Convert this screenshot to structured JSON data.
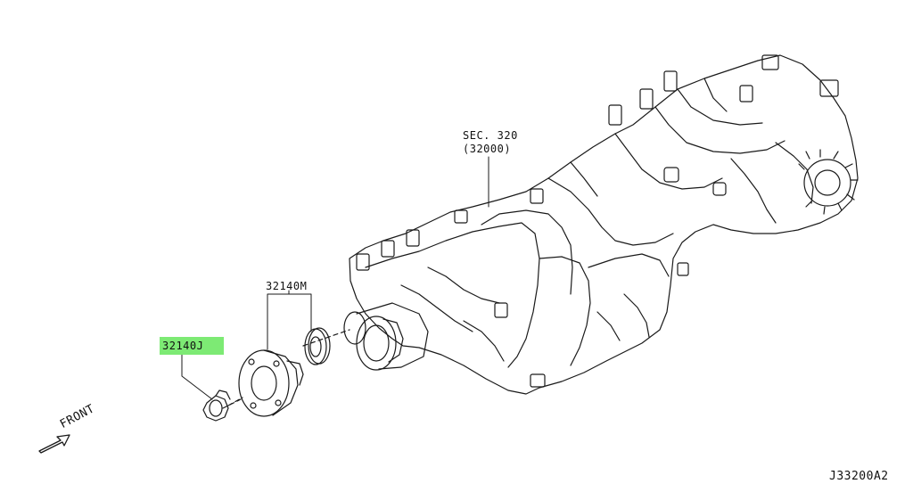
{
  "diagram": {
    "section_ref": "SEC. 320",
    "section_subref": "(32000)",
    "part_group_label": "32140M",
    "part_label": "32140J",
    "direction_label": "FRONT",
    "drawing_code": "J33200A2",
    "highlight_color": "#7dea74",
    "line_color": "#1a1a1a"
  }
}
